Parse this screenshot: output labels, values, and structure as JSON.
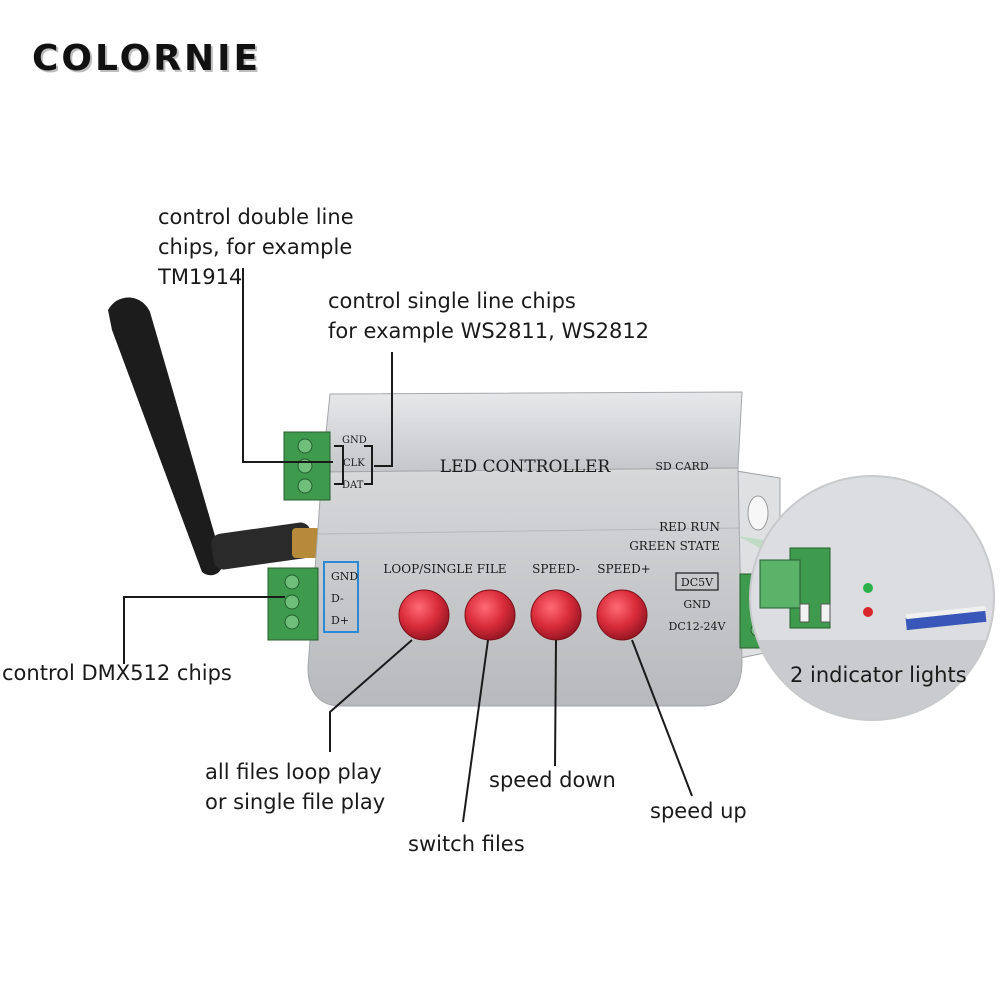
{
  "brand": {
    "logo_text": "COLORNIE"
  },
  "device": {
    "title": "LED CONTROLLER",
    "sd_card": "SD CARD",
    "indicator_legend": [
      "RED RUN",
      "GREEN STATE"
    ],
    "top_terminal_pins": [
      "GND",
      "CLK",
      "DAT"
    ],
    "dmx_terminal_pins": [
      "GND",
      "D-",
      "D+"
    ],
    "buttons": [
      "LOOP/SINGLE FILE",
      "SPEED-",
      "SPEED+"
    ],
    "power": {
      "dc5v": "DC5V",
      "gnd": "GND",
      "dc": "DC12-24V"
    }
  },
  "callouts": {
    "double_line": [
      "control double line",
      "chips, for example",
      "TM1914"
    ],
    "single_line": [
      "control single line chips",
      "for example WS2811, WS2812"
    ],
    "dmx": "control DMX512 chips",
    "indicator": "2 indicator lights",
    "loop": [
      "all files loop play",
      "or single file play"
    ],
    "switch": "switch files",
    "speed_down": "speed down",
    "speed_up": "speed up"
  },
  "colors": {
    "housing": "#c9cacc",
    "terminal": "#3e9a4c",
    "button": "#d92b3a",
    "antenna": "#1c1c1c",
    "dmx_frame": "#2b8ad6"
  }
}
